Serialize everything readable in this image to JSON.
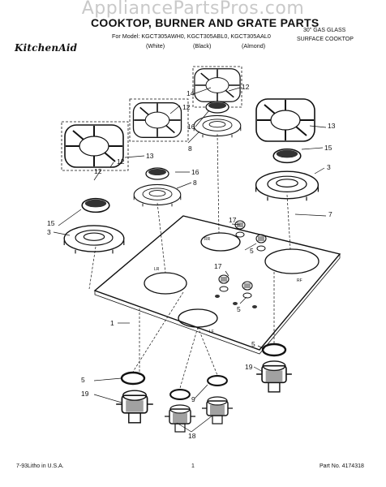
{
  "watermark": "AppliancePartsPros.com",
  "header": {
    "title": "COOKTOP, BURNER AND GRATE PARTS",
    "model_line": "For Model: KGCT305AWH0, KGCT305ABL0, KGCT305AAL0",
    "colors": [
      "(White)",
      "(Black)",
      "(Almond)"
    ],
    "brand": "KitchenAid",
    "caption_line1": "30\" GAS GLASS",
    "caption_line2": "SURFACE COOKTOP"
  },
  "callouts": [
    "1",
    "3",
    "3",
    "5",
    "5",
    "7",
    "8",
    "8",
    "9",
    "12",
    "12",
    "12",
    "12",
    "13",
    "13",
    "14",
    "15",
    "15",
    "16",
    "16",
    "17",
    "17",
    "18",
    "19",
    "19"
  ],
  "cooktop_labels": [
    "LR",
    "LF",
    "RF",
    "RR"
  ],
  "footer": {
    "left": "7-93Litho in U.S.A.",
    "page": "1",
    "part_no": "Part No. 4174318"
  }
}
